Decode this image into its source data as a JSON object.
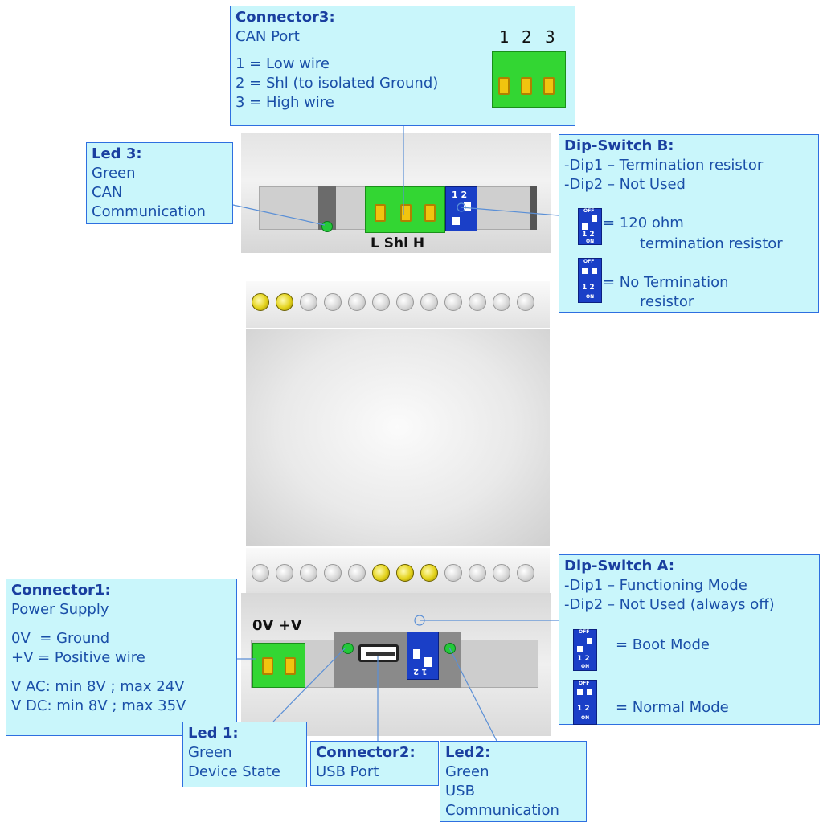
{
  "connector3": {
    "title": "Connector3:",
    "subtitle": "CAN Port",
    "lines": [
      "1 = Low wire",
      "2 = Shl (to isolated Ground)",
      "3 = High wire"
    ],
    "pin_numbers": [
      "1",
      "2",
      "3"
    ]
  },
  "led3": {
    "title": "Led 3:",
    "lines": [
      "Green",
      "CAN",
      "Communication"
    ]
  },
  "dip_switch_b": {
    "title": "Dip-Switch B:",
    "lines": [
      "-Dip1 – Termination resistor",
      "-Dip2 – Not Used"
    ],
    "options": [
      {
        "line1": "= 120 ohm",
        "line2": "termination resistor"
      },
      {
        "line1": "= No Termination",
        "line2": "resistor"
      }
    ]
  },
  "top_terminal": {
    "label": "L Shl H",
    "dip_numbers": "1 2"
  },
  "connector1": {
    "title": "Connector1:",
    "subtitle": "Power Supply",
    "lines": [
      "0V  = Ground",
      "+V = Positive wire"
    ],
    "specs": [
      "V AC: min 8V ; max 24V",
      "V DC: min 8V ; max 35V"
    ]
  },
  "power_terminal": {
    "label": "0V +V"
  },
  "dip_switch_a": {
    "title": "Dip-Switch A:",
    "lines": [
      "-Dip1 – Functioning Mode",
      "-Dip2 – Not Used (always off)"
    ],
    "options": [
      "= Boot Mode",
      "= Normal Mode"
    ]
  },
  "led1": {
    "title": "Led 1:",
    "lines": [
      "Green",
      "Device State"
    ]
  },
  "connector2": {
    "title": "Connector2:",
    "lines": [
      "USB Port"
    ]
  },
  "led2": {
    "title": "Led2:",
    "lines": [
      "Green",
      "USB",
      "Communication"
    ]
  },
  "dip_mini": {
    "off": "OFF",
    "on": "ON",
    "nums": "1 2"
  },
  "colors": {
    "callout_bg": "#c9f6fb",
    "callout_border": "#2e6fe0",
    "title_text": "#1a3fa0",
    "body_text": "#1a4fa8",
    "terminal_green": "#33d633",
    "dip_blue": "#1a3fc7",
    "led_yellow": "#e3d21a",
    "led_green": "#23c93a"
  }
}
